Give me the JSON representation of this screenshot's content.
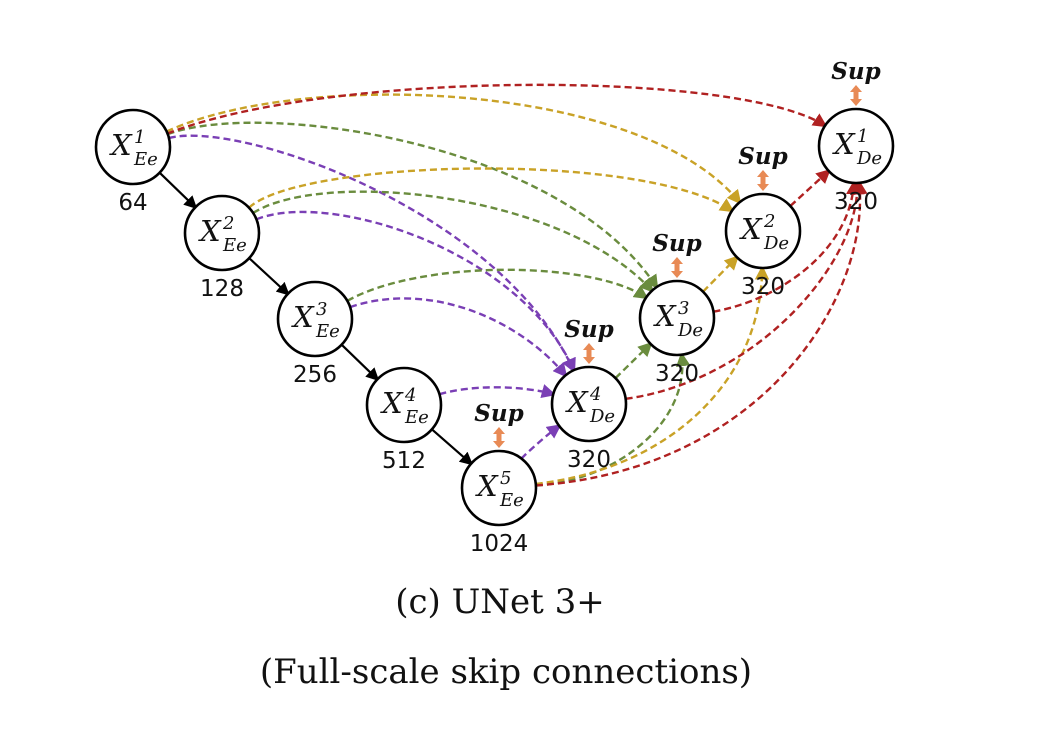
{
  "colors": {
    "encoder": "#000000",
    "purple": "#7a3fb5",
    "green": "#6a8c3e",
    "gold": "#c9a227",
    "red": "#b02121",
    "sup": "#e88a55"
  },
  "nodes": [
    {
      "id": "e1",
      "base": "X",
      "sup": "1",
      "sub": "Ee",
      "count": "64"
    },
    {
      "id": "e2",
      "base": "X",
      "sup": "2",
      "sub": "Ee",
      "count": "128"
    },
    {
      "id": "e3",
      "base": "X",
      "sup": "3",
      "sub": "Ee",
      "count": "256"
    },
    {
      "id": "e4",
      "base": "X",
      "sup": "4",
      "sub": "Ee",
      "count": "512"
    },
    {
      "id": "e5",
      "base": "X",
      "sup": "5",
      "sub": "Ee",
      "count": "1024"
    },
    {
      "id": "d4",
      "base": "X",
      "sup": "4",
      "sub": "De",
      "count": "320"
    },
    {
      "id": "d3",
      "base": "X",
      "sup": "3",
      "sub": "De",
      "count": "320"
    },
    {
      "id": "d2",
      "base": "X",
      "sup": "2",
      "sub": "De",
      "count": "320"
    },
    {
      "id": "d1",
      "base": "X",
      "sup": "1",
      "sub": "De",
      "count": "320"
    }
  ],
  "sup_label": "Sup",
  "sup_nodes": [
    "d4",
    "d3",
    "d2",
    "d1",
    "e5"
  ],
  "encoder_chain": [
    "e1",
    "e2",
    "e3",
    "e4",
    "e5"
  ],
  "skip_edges": [
    {
      "from": "e1",
      "to": "d4",
      "color": "purple"
    },
    {
      "from": "e1",
      "to": "d3",
      "color": "green"
    },
    {
      "from": "e1",
      "to": "d2",
      "color": "gold"
    },
    {
      "from": "e1",
      "to": "d1",
      "color": "red"
    },
    {
      "from": "e2",
      "to": "d4",
      "color": "purple"
    },
    {
      "from": "e2",
      "to": "d3",
      "color": "green"
    },
    {
      "from": "e2",
      "to": "d2",
      "color": "gold"
    },
    {
      "from": "e3",
      "to": "d4",
      "color": "purple"
    },
    {
      "from": "e3",
      "to": "d3",
      "color": "green"
    },
    {
      "from": "e4",
      "to": "d4",
      "color": "purple"
    },
    {
      "from": "e5",
      "to": "d4",
      "color": "purple"
    },
    {
      "from": "d4",
      "to": "d3",
      "color": "green"
    },
    {
      "from": "d3",
      "to": "d2",
      "color": "gold"
    },
    {
      "from": "d2",
      "to": "d1",
      "color": "red"
    },
    {
      "from": "e5",
      "to": "d3",
      "color": "green"
    },
    {
      "from": "e5",
      "to": "d2",
      "color": "gold"
    },
    {
      "from": "e5",
      "to": "d1",
      "color": "red"
    },
    {
      "from": "d4",
      "to": "d1",
      "color": "red"
    },
    {
      "from": "d3",
      "to": "d1",
      "color": "red"
    }
  ],
  "caption": {
    "title": "(c) UNet 3+",
    "subtitle": "(Full-scale skip connections)"
  }
}
